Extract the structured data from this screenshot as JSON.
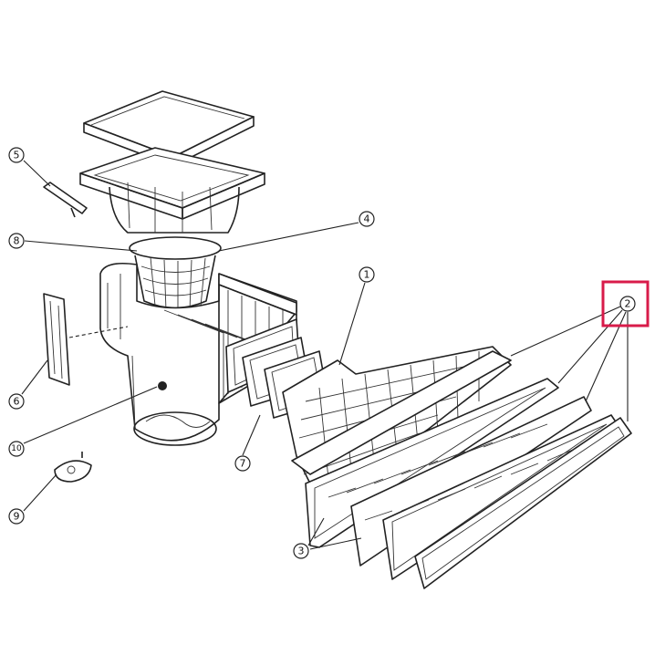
{
  "diagram": {
    "title": "Skimmer exploded parts diagram",
    "callouts": [
      {
        "id": "c1",
        "label": "1"
      },
      {
        "id": "c2",
        "label": "2"
      },
      {
        "id": "c3",
        "label": "3"
      },
      {
        "id": "c4",
        "label": "4"
      },
      {
        "id": "c5",
        "label": "5"
      },
      {
        "id": "c6",
        "label": "6"
      },
      {
        "id": "c7",
        "label": "7"
      },
      {
        "id": "c8",
        "label": "8"
      },
      {
        "id": "c9",
        "label": "9"
      },
      {
        "id": "c10",
        "label": "10"
      }
    ],
    "highlight": {
      "target": "2",
      "color": "#d81b4a"
    }
  }
}
